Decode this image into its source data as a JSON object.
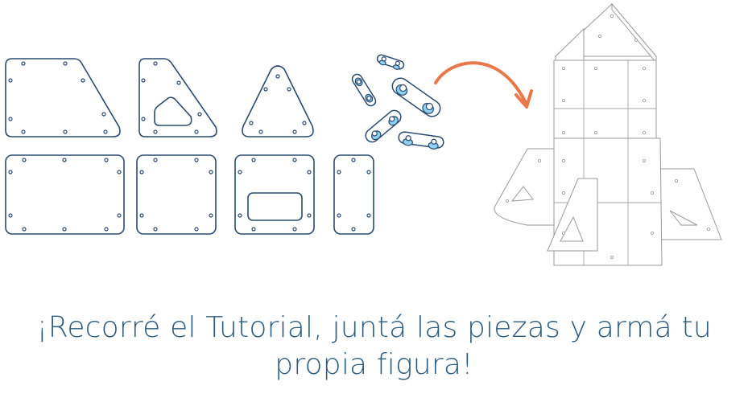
{
  "caption": {
    "line1": "¡Recorré el Tutorial, juntá las piezas y armá tu",
    "line2": "propia figura!"
  },
  "colors": {
    "piece_outline": "#2b4a6f",
    "connector_cap": "#8fd3f4",
    "arrow": "#e8784a",
    "rocket_outline": "#9a9a9a",
    "caption_text": "#2c5c80"
  },
  "icons": [
    "trapezoid-piece",
    "triangle-piece-with-window",
    "triangle-piece",
    "rectangle-piece-large",
    "square-piece",
    "square-piece-with-window",
    "rectangle-piece-narrow",
    "connector-clips",
    "curved-arrow-icon",
    "rocket-figure"
  ]
}
